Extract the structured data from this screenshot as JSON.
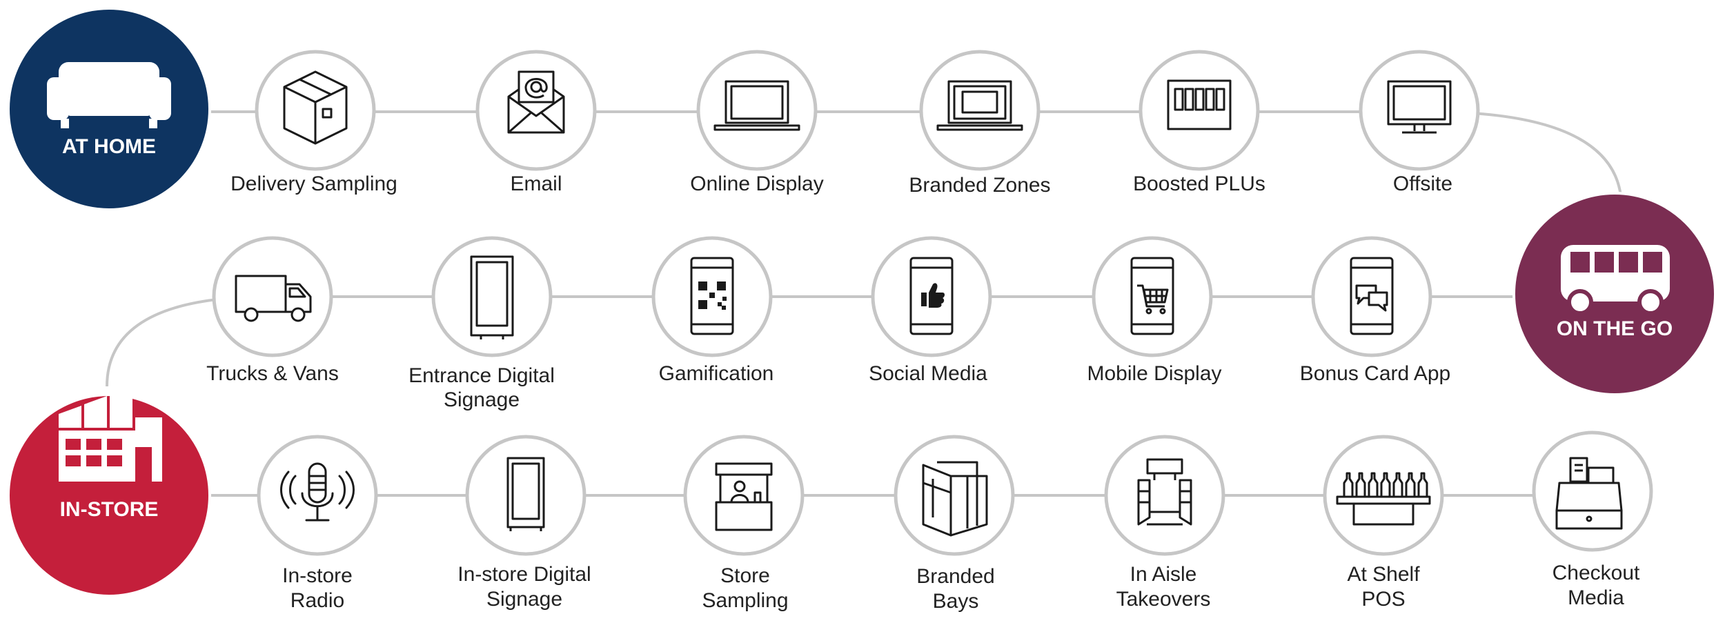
{
  "colors": {
    "at_home": "#0e3461",
    "on_the_go": "#7b2d52",
    "in_store": "#c41f3b",
    "connector": "#c6c6c6",
    "node_ring": "#c6c6c6",
    "icon": "#1a1a1a"
  },
  "hubs": {
    "at_home": {
      "label": "AT HOME",
      "icon": "sofa-icon"
    },
    "on_the_go": {
      "label": "ON THE GO",
      "icon": "bus-icon"
    },
    "in_store": {
      "label": "IN-STORE",
      "icon": "store-building-icon"
    }
  },
  "rows": {
    "at_home": [
      {
        "label": "Delivery Sampling",
        "icon": "package-box-icon"
      },
      {
        "label": "Email",
        "icon": "envelope-at-icon"
      },
      {
        "label": "Online Display",
        "icon": "laptop-icon"
      },
      {
        "label": "Branded Zones",
        "icon": "laptop-banner-icon"
      },
      {
        "label": "Boosted PLUs",
        "icon": "plu-board-icon"
      },
      {
        "label": "Offsite",
        "icon": "monitor-icon"
      }
    ],
    "on_the_go": [
      {
        "label": "Trucks & Vans",
        "icon": "truck-icon"
      },
      {
        "label": "Entrance Digital",
        "label2": "Signage",
        "icon": "digital-signage-icon"
      },
      {
        "label": "Gamification",
        "icon": "qr-phone-icon"
      },
      {
        "label": "Social Media",
        "icon": "thumbs-up-phone-icon"
      },
      {
        "label": "Mobile Display",
        "icon": "cart-phone-icon"
      },
      {
        "label": "Bonus Card App",
        "icon": "chat-phone-icon"
      }
    ],
    "in_store": [
      {
        "label": "In-store",
        "label2": "Radio",
        "icon": "microphone-icon"
      },
      {
        "label": "In-store Digital",
        "label2": "Signage",
        "icon": "store-screen-icon"
      },
      {
        "label": "Store",
        "label2": "Sampling",
        "icon": "sampling-booth-icon"
      },
      {
        "label": "Branded",
        "label2": "Bays",
        "icon": "branded-bay-icon"
      },
      {
        "label": "In Aisle",
        "label2": "Takeovers",
        "icon": "aisle-takeover-icon"
      },
      {
        "label": "At Shelf",
        "label2": "POS",
        "icon": "shelf-bottles-icon"
      },
      {
        "label": "Checkout",
        "label2": "Media",
        "icon": "cash-register-icon"
      }
    ]
  }
}
